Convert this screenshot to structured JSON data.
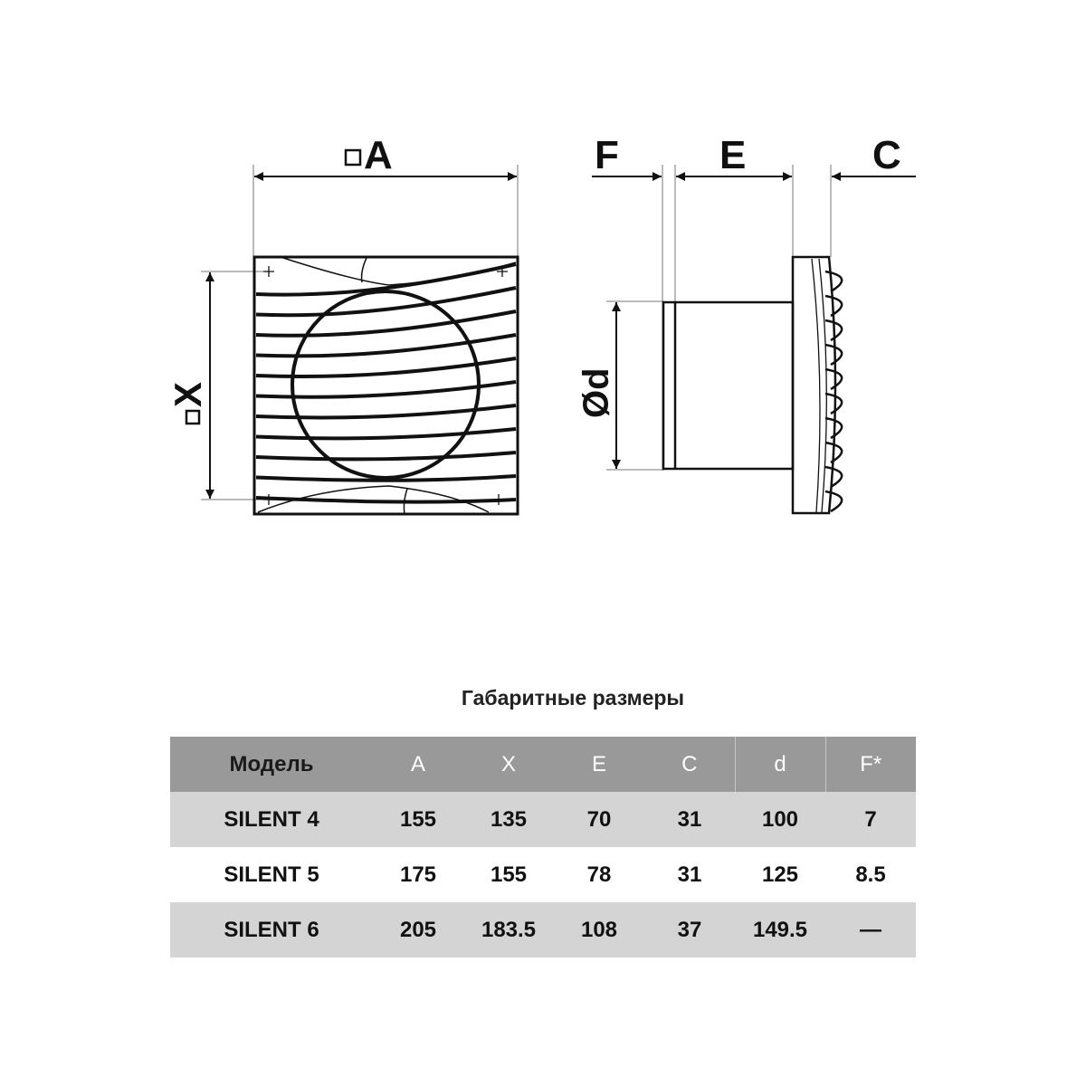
{
  "drawing": {
    "front_view": {
      "dim_a_label": "A",
      "dim_x_label": "X"
    },
    "side_view": {
      "dim_f_label": "F",
      "dim_e_label": "E",
      "dim_c_label": "C",
      "dim_d_label": "Ød"
    }
  },
  "table": {
    "title": "Габаритные размеры",
    "headers": [
      "Модель",
      "A",
      "X",
      "E",
      "C",
      "d",
      "F*"
    ],
    "rows": [
      [
        "SILENT 4",
        "155",
        "135",
        "70",
        "31",
        "100",
        "7"
      ],
      [
        "SILENT 5",
        "175",
        "155",
        "78",
        "31",
        "125",
        "8.5"
      ],
      [
        "SILENT 6",
        "205",
        "183.5",
        "108",
        "37",
        "149.5",
        "—"
      ]
    ],
    "colors": {
      "header_bg": "#999999",
      "row_shade": "#d4d4d4"
    }
  }
}
